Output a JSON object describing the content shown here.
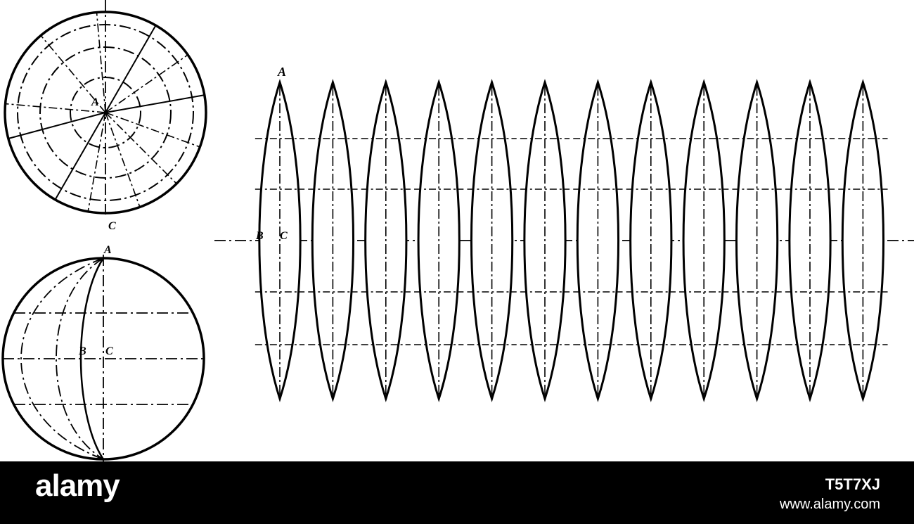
{
  "labels": {
    "top_center": "A",
    "top_bottom": "C",
    "front_top": "A",
    "front_b": "B",
    "front_c": "C",
    "gore_top": "A",
    "gore_b": "B",
    "gore_c": "C"
  },
  "gores": {
    "count": 12
  },
  "footer": {
    "logo": "alamy",
    "image_id": "T5T7XJ",
    "site": "www.alamy.com"
  }
}
